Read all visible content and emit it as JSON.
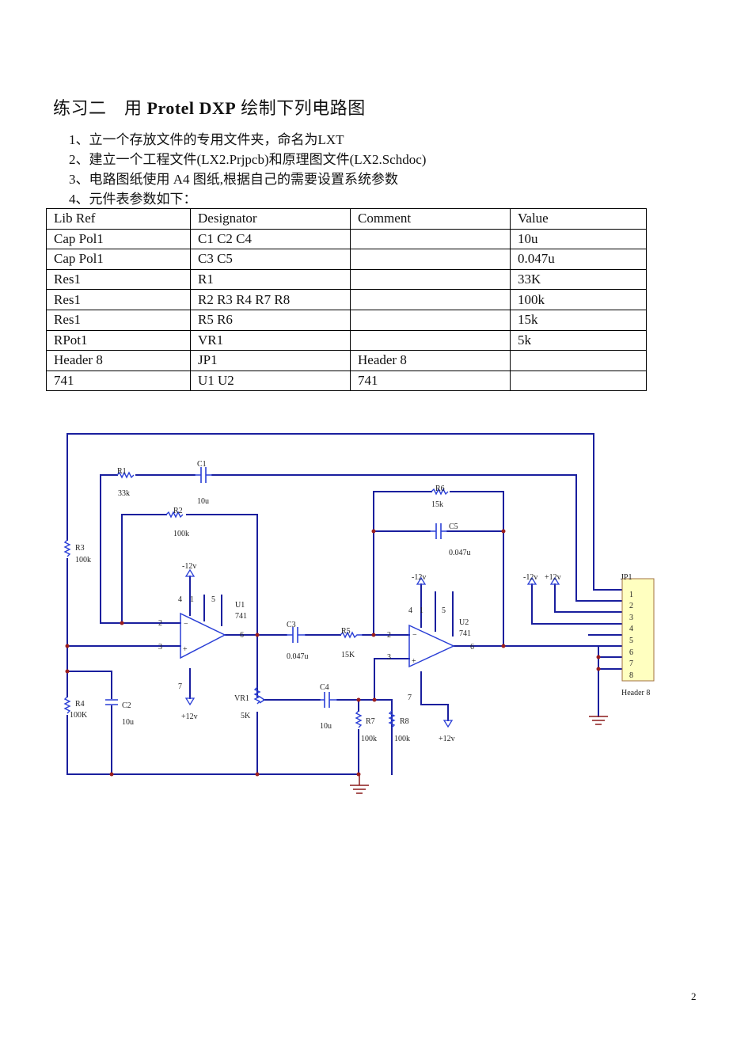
{
  "title": {
    "prefix": "练习二　用 ",
    "bold": "Protel DXP",
    "suffix": " 绘制下列电路图"
  },
  "steps": [
    "1、立一个存放文件的专用文件夹，命名为LXT",
    "2、建立一个工程文件(LX2.Prjpcb)和原理图文件(LX2.Schdoc)",
    "3、电路图纸使用 A4 图纸,根据自己的需要设置系统参数",
    "4、元件表参数如下："
  ],
  "table": {
    "headers": [
      "Lib Ref",
      "Designator",
      "Comment",
      "Value"
    ],
    "rows": [
      [
        "Cap Pol1",
        "C1 C2 C4",
        "",
        "10u"
      ],
      [
        "Cap Pol1",
        "C3 C5",
        "",
        "0.047u"
      ],
      [
        "Res1",
        "R1",
        "",
        "33K"
      ],
      [
        "Res1",
        "R2 R3 R4 R7 R8",
        "",
        "100k"
      ],
      [
        "Res1",
        "R5 R6",
        "",
        "15k"
      ],
      [
        "RPot1",
        "VR1",
        "",
        "5k"
      ],
      [
        "Header 8",
        "JP1",
        "Header 8",
        ""
      ],
      [
        "741",
        "U1 U2",
        "741",
        ""
      ]
    ]
  },
  "schematic": {
    "wire_color": "#1a1f9e",
    "component_color": "#2a3fd6",
    "junction_color": "#9a1e1e",
    "header_fill": "#ffffc0",
    "ground_color": "#8b1a1a",
    "labels": {
      "r1": "R1",
      "r1_val": "33k",
      "c1": "C1",
      "c1_val": "10u",
      "r2": "R2",
      "r2_val": "100k",
      "r3": "R3",
      "r3_val": "100k",
      "r4": "R4",
      "r4_val": "100K",
      "c2": "C2",
      "c2_val": "10u",
      "u1": "U1",
      "u1_type": "741",
      "u1_pin4": "4",
      "u1_pin1": "1",
      "u1_pin5": "5",
      "u1_pin2": "2",
      "u1_pin3": "3",
      "u1_pin6": "6",
      "u1_pin7": "7",
      "u1_vneg": "-12v",
      "u1_vpos": "+12v",
      "c3": "C3",
      "c3_val": "0.047u",
      "r5": "R5",
      "r5_val": "15K",
      "vr1": "VR1",
      "vr1_val": "5K",
      "c4": "C4",
      "c4_val": "10u",
      "r7": "R7",
      "r7_val": "100k",
      "r8": "R8",
      "r8_val": "100k",
      "r6": "R6",
      "r6_val": "15k",
      "c5": "C5",
      "c5_val": "0.047u",
      "u2": "U2",
      "u2_type": "741",
      "u2_pin4": "4",
      "u2_pin1": "1",
      "u2_pin5": "5",
      "u2_pin2": "2",
      "u2_pin3": "3",
      "u2_pin6": "6",
      "u2_pin7": "7",
      "u2_vneg": "-12v",
      "u2_vpos": "+12v",
      "jp_vneg": "-12v",
      "jp_vpos": "+12v",
      "jp1": "JP1",
      "jp1_type": "Header 8",
      "jp_pins": [
        "1",
        "2",
        "3",
        "4",
        "5",
        "6",
        "7",
        "8"
      ]
    }
  },
  "page_number": "2"
}
